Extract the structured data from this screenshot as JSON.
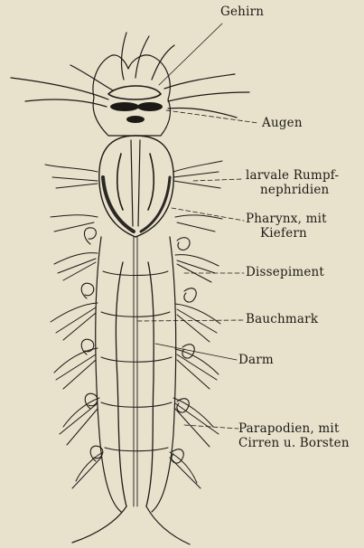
{
  "labels": {
    "gehirn": "Gehirn",
    "augen": "Augen",
    "nephridien_line1": "larvale Rumpf-",
    "nephridien_line2": "nephridien",
    "pharynx_line1": "Pharynx, mit",
    "pharynx_line2": "Kiefern",
    "dissepiment": "Dissepiment",
    "bauchmark": "Bauchmark",
    "darm": "Darm",
    "parapodien_line1": "Parapodien, mit",
    "parapodien_line2": "Cirren u. Borsten"
  },
  "colors": {
    "paper": "#e8e1cc",
    "ink": "#1c1a17"
  }
}
